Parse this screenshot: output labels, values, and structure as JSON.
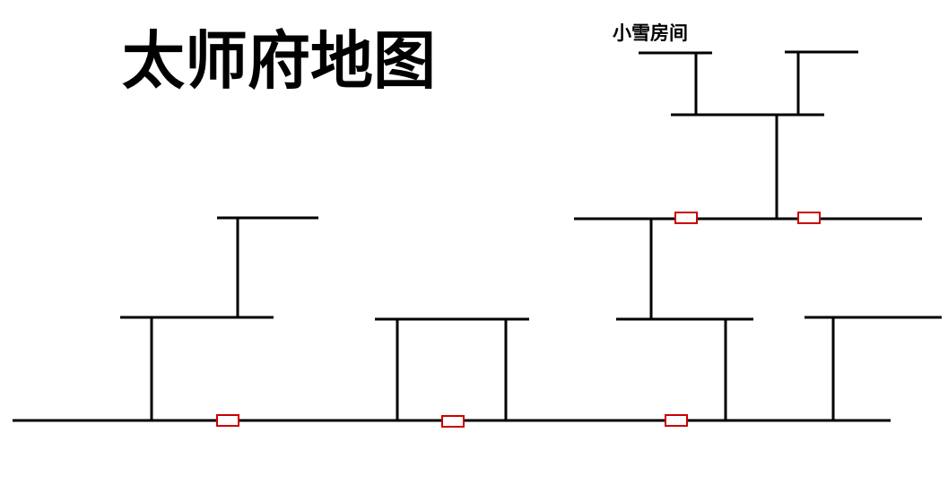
{
  "map": {
    "title": "太师府地图",
    "room_labels": {
      "xiaoxue_room": "小雪房间"
    },
    "colors": {
      "walls": "#000000",
      "doors": "#cc0000",
      "background": "#ffffff"
    },
    "door_count": 5
  }
}
